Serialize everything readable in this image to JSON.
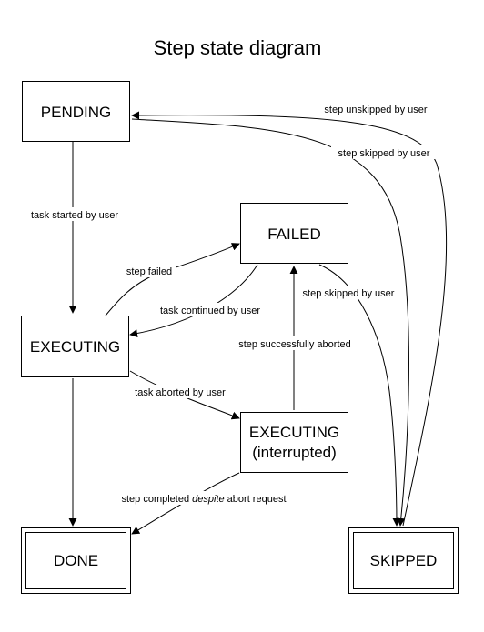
{
  "title": "Step state diagram",
  "states": {
    "pending": "PENDING",
    "failed": "FAILED",
    "executing": "EXECUTING",
    "executing_interrupted_line1": "EXECUTING",
    "executing_interrupted_line2": "(interrupted)",
    "done": "DONE",
    "skipped": "SKIPPED"
  },
  "transitions": {
    "step_unskipped": "step unskipped by user",
    "step_skipped_from_pending": "step skipped by user",
    "task_started": "task started by user",
    "step_failed": "step failed",
    "task_continued": "task continued by user",
    "step_skipped_from_failed": "step skipped by user",
    "step_successfully_aborted": "step successfully aborted",
    "task_aborted": "task aborted by user",
    "step_completed_despite_pre": "step completed ",
    "step_completed_despite_emph": "despite",
    "step_completed_despite_post": " abort request"
  }
}
